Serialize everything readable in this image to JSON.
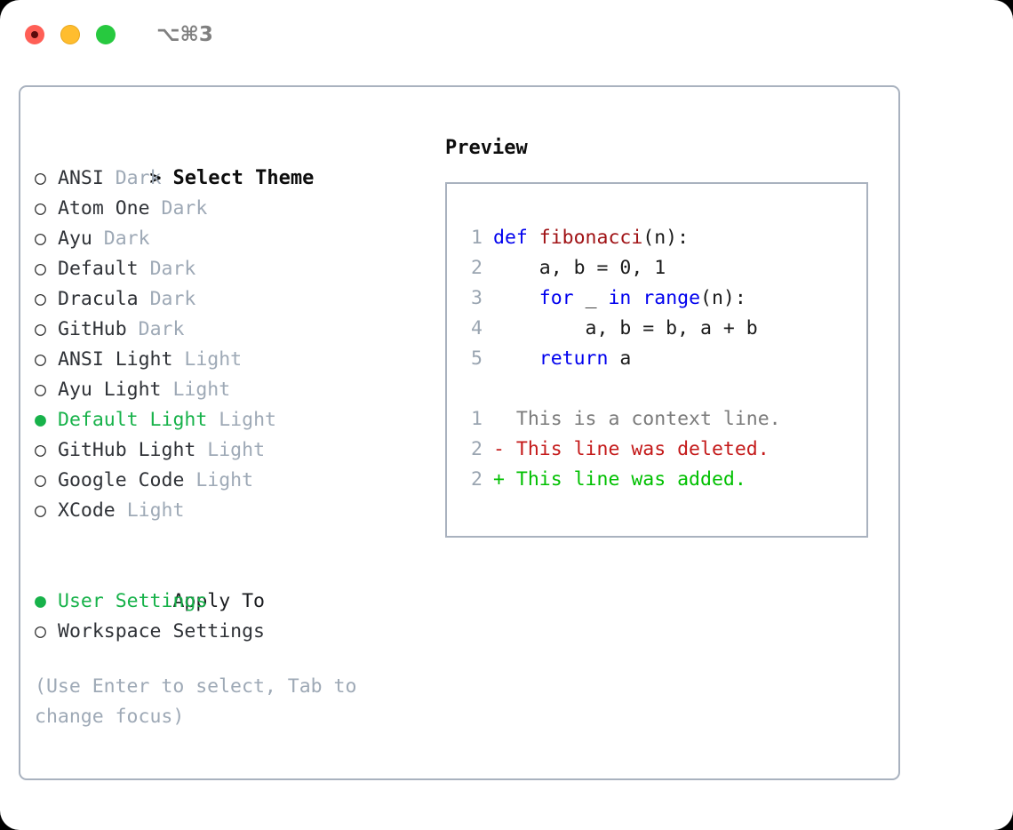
{
  "window": {
    "shortcut": "⌥⌘3",
    "traffic_lights": [
      {
        "name": "close",
        "color": "#ff5f56"
      },
      {
        "name": "minimize",
        "color": "#ffbd2e"
      },
      {
        "name": "maximize",
        "color": "#27c93f"
      }
    ]
  },
  "colors": {
    "accent_green": "#17b24a",
    "muted": "#9ea9b6",
    "border": "#a9b2bf",
    "keyword_blue": "#0000ee",
    "function_red": "#a01215",
    "diff_deleted": "#c41a1a",
    "diff_added": "#00c000"
  },
  "theme_list": {
    "prompt_marker": ">",
    "heading": "Select Theme",
    "marker_selected": "●",
    "marker_unselected": "○",
    "items": [
      {
        "name": "ANSI",
        "tag": "Dark",
        "selected": false
      },
      {
        "name": "Atom One",
        "tag": "Dark",
        "selected": false
      },
      {
        "name": "Ayu",
        "tag": "Dark",
        "selected": false
      },
      {
        "name": "Default",
        "tag": "Dark",
        "selected": false
      },
      {
        "name": "Dracula",
        "tag": "Dark",
        "selected": false
      },
      {
        "name": "GitHub",
        "tag": "Dark",
        "selected": false
      },
      {
        "name": "ANSI Light",
        "tag": "Light",
        "selected": false
      },
      {
        "name": "Ayu Light",
        "tag": "Light",
        "selected": false
      },
      {
        "name": "Default Light",
        "tag": "Light",
        "selected": true
      },
      {
        "name": "GitHub Light",
        "tag": "Light",
        "selected": false
      },
      {
        "name": "Google Code",
        "tag": "Light",
        "selected": false
      },
      {
        "name": "XCode",
        "tag": "Light",
        "selected": false
      }
    ]
  },
  "apply_to": {
    "heading": "Apply To",
    "items": [
      {
        "name": "User Settings",
        "selected": true
      },
      {
        "name": "Workspace Settings",
        "selected": false
      }
    ]
  },
  "hint": "(Use Enter to select, Tab to change focus)",
  "preview": {
    "title": "Preview",
    "code": [
      {
        "num": "1",
        "tokens": [
          {
            "t": "def ",
            "c": "kw"
          },
          {
            "t": "fibonacci",
            "c": "fn"
          },
          {
            "t": "(n):",
            "c": "plain"
          }
        ]
      },
      {
        "num": "2",
        "tokens": [
          {
            "t": "    a, b = 0, 1",
            "c": "plain"
          }
        ]
      },
      {
        "num": "3",
        "tokens": [
          {
            "t": "    ",
            "c": "plain"
          },
          {
            "t": "for",
            "c": "kw"
          },
          {
            "t": " _ ",
            "c": "plain"
          },
          {
            "t": "in",
            "c": "kw"
          },
          {
            "t": " ",
            "c": "plain"
          },
          {
            "t": "range",
            "c": "kw"
          },
          {
            "t": "(n):",
            "c": "plain"
          }
        ]
      },
      {
        "num": "4",
        "tokens": [
          {
            "t": "        a, b = b, a + b",
            "c": "plain"
          }
        ]
      },
      {
        "num": "5",
        "tokens": [
          {
            "t": "    ",
            "c": "plain"
          },
          {
            "t": "return",
            "c": "kw"
          },
          {
            "t": " a",
            "c": "plain"
          }
        ]
      }
    ],
    "diff": [
      {
        "num": "1",
        "prefix": "  ",
        "text": "This is a context line.",
        "kind": "ctx"
      },
      {
        "num": "2",
        "prefix": "- ",
        "text": "This line was deleted.",
        "kind": "del"
      },
      {
        "num": "2",
        "prefix": "+ ",
        "text": "This line was added.",
        "kind": "add"
      }
    ]
  }
}
